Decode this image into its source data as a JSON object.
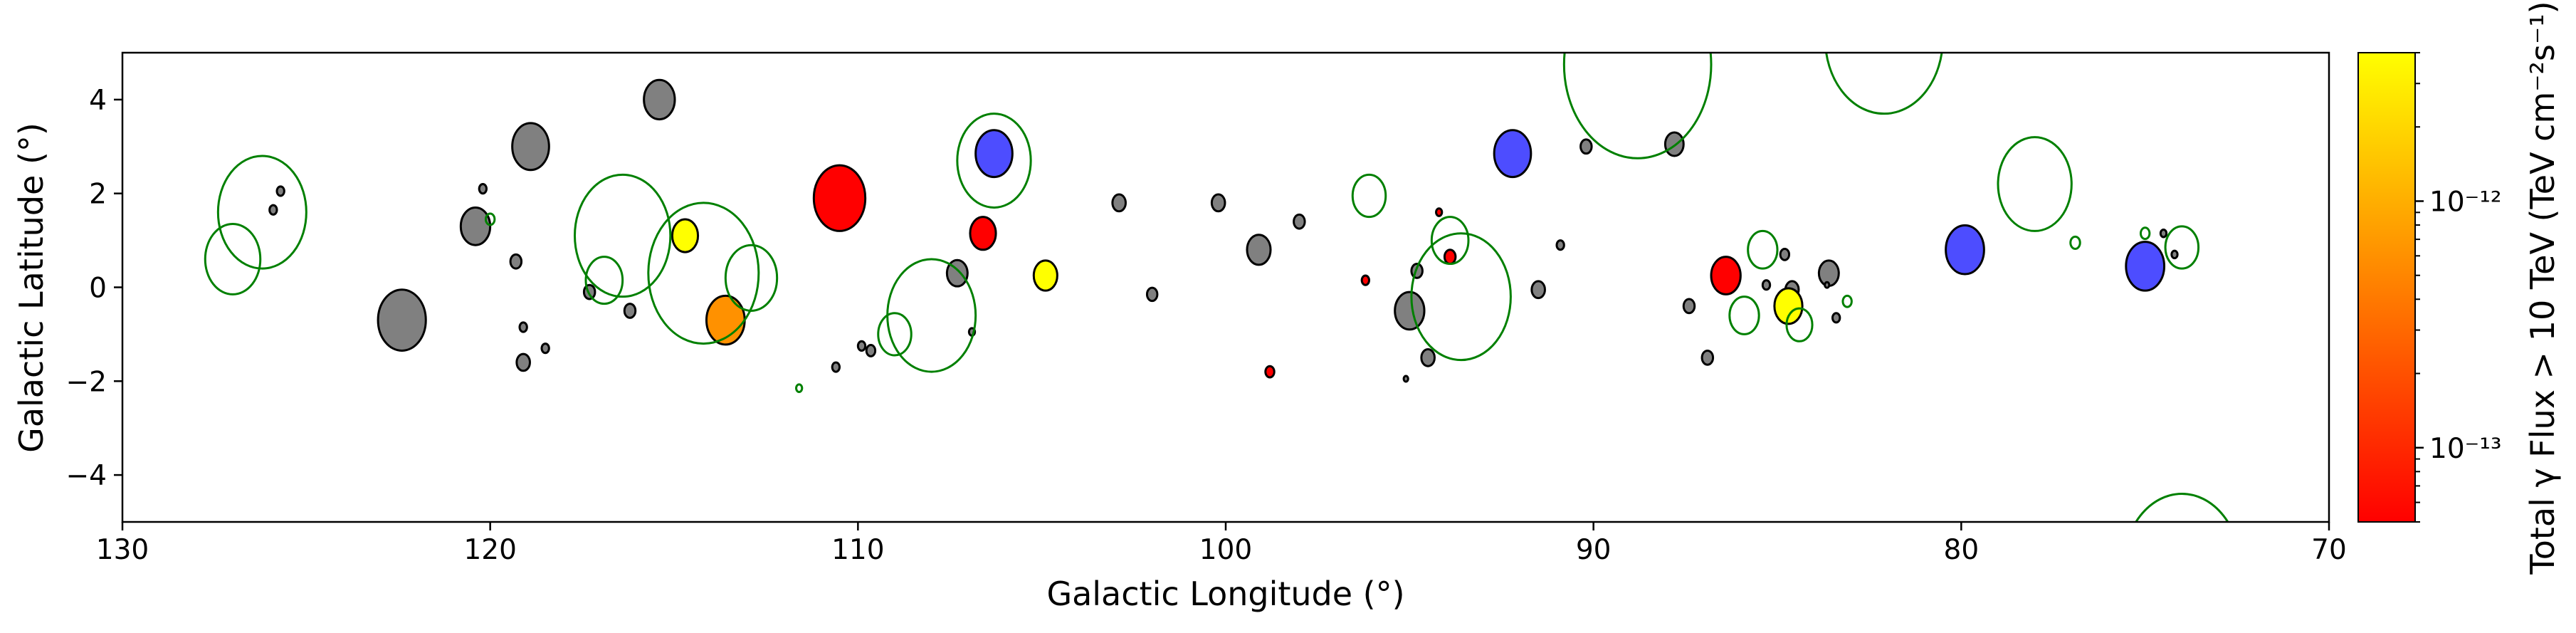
{
  "chart_data": {
    "type": "scatter",
    "title": "",
    "xlabel": "Galactic Longitude (°)",
    "ylabel": "Galactic Latitude (°)",
    "xlim": [
      130,
      70
    ],
    "ylim": [
      -5,
      5
    ],
    "x_ticks": [
      130,
      120,
      110,
      100,
      90,
      80,
      70
    ],
    "y_ticks": [
      -4,
      -2,
      0,
      2,
      4
    ],
    "grid": false,
    "colorbar": {
      "label": "Total γ Flux > 10 TeV (TeV cm⁻²s⁻¹)",
      "scale": "log",
      "range": [
        5e-14,
        4e-12
      ],
      "ticks": [
        {
          "value": 1e-12,
          "label": "10⁻¹²"
        },
        {
          "value": 1e-13,
          "label": "10⁻¹³"
        }
      ],
      "colormap": "autumn",
      "color_low": "#ff0000",
      "color_high": "#ffff00"
    },
    "colors": {
      "grey": "#808080",
      "blue": "#4d4dff",
      "ring": "#008000",
      "edge": "#000000"
    },
    "series": [
      {
        "kind": "filled",
        "points": [
          {
            "l": 122.4,
            "b": -0.7,
            "r": 0.65,
            "c": "grey"
          },
          {
            "l": 118.9,
            "b": 3.0,
            "r": 0.5,
            "c": "grey"
          },
          {
            "l": 115.4,
            "b": 4.0,
            "r": 0.42,
            "c": "grey"
          },
          {
            "l": 120.4,
            "b": 1.3,
            "r": 0.4,
            "c": "grey"
          },
          {
            "l": 120.2,
            "b": 2.1,
            "r": 0.1,
            "c": "grey"
          },
          {
            "l": 119.3,
            "b": 0.55,
            "r": 0.15,
            "c": "grey"
          },
          {
            "l": 119.1,
            "b": -0.85,
            "r": 0.1,
            "c": "grey"
          },
          {
            "l": 119.1,
            "b": -1.6,
            "r": 0.18,
            "c": "grey"
          },
          {
            "l": 118.5,
            "b": -1.3,
            "r": 0.1,
            "c": "grey"
          },
          {
            "l": 117.3,
            "b": -0.1,
            "r": 0.15,
            "c": "grey"
          },
          {
            "l": 116.2,
            "b": -0.5,
            "r": 0.15,
            "c": "grey"
          },
          {
            "l": 125.7,
            "b": 2.05,
            "r": 0.1,
            "c": "grey"
          },
          {
            "l": 125.9,
            "b": 1.65,
            "r": 0.1,
            "c": "grey"
          },
          {
            "l": 107.3,
            "b": 0.3,
            "r": 0.28,
            "c": "grey"
          },
          {
            "l": 110.6,
            "b": -1.7,
            "r": 0.1,
            "c": "grey"
          },
          {
            "l": 109.9,
            "b": -1.25,
            "r": 0.1,
            "c": "grey"
          },
          {
            "l": 109.65,
            "b": -1.35,
            "r": 0.12,
            "c": "grey"
          },
          {
            "l": 106.9,
            "b": -0.95,
            "r": 0.08,
            "c": "grey"
          },
          {
            "l": 102.9,
            "b": 1.8,
            "r": 0.18,
            "c": "grey"
          },
          {
            "l": 102.0,
            "b": -0.15,
            "r": 0.14,
            "c": "grey"
          },
          {
            "l": 100.2,
            "b": 1.8,
            "r": 0.18,
            "c": "grey"
          },
          {
            "l": 99.1,
            "b": 0.8,
            "r": 0.32,
            "c": "grey"
          },
          {
            "l": 98.0,
            "b": 1.4,
            "r": 0.15,
            "c": "grey"
          },
          {
            "l": 95.0,
            "b": -0.5,
            "r": 0.4,
            "c": "grey"
          },
          {
            "l": 94.8,
            "b": 0.35,
            "r": 0.15,
            "c": "grey"
          },
          {
            "l": 94.5,
            "b": -1.5,
            "r": 0.18,
            "c": "grey"
          },
          {
            "l": 95.1,
            "b": -1.95,
            "r": 0.06,
            "c": "grey"
          },
          {
            "l": 91.5,
            "b": -0.05,
            "r": 0.18,
            "c": "grey"
          },
          {
            "l": 90.9,
            "b": 0.9,
            "r": 0.1,
            "c": "grey"
          },
          {
            "l": 90.2,
            "b": 3.0,
            "r": 0.15,
            "c": "grey"
          },
          {
            "l": 87.8,
            "b": 3.05,
            "r": 0.25,
            "c": "grey"
          },
          {
            "l": 87.4,
            "b": -0.4,
            "r": 0.15,
            "c": "grey"
          },
          {
            "l": 86.9,
            "b": -1.5,
            "r": 0.15,
            "c": "grey"
          },
          {
            "l": 85.3,
            "b": 0.05,
            "r": 0.1,
            "c": "grey"
          },
          {
            "l": 84.8,
            "b": 0.7,
            "r": 0.12,
            "c": "grey"
          },
          {
            "l": 84.6,
            "b": -0.05,
            "r": 0.18,
            "c": "grey"
          },
          {
            "l": 83.6,
            "b": 0.3,
            "r": 0.27,
            "c": "grey"
          },
          {
            "l": 83.4,
            "b": -0.65,
            "r": 0.1,
            "c": "grey"
          },
          {
            "l": 83.65,
            "b": 0.05,
            "r": 0.06,
            "c": "grey"
          },
          {
            "l": 74.5,
            "b": 1.15,
            "r": 0.08,
            "c": "grey"
          },
          {
            "l": 74.2,
            "b": 0.7,
            "r": 0.08,
            "c": "grey"
          },
          {
            "l": 113.6,
            "b": -0.65,
            "r": 0.12,
            "c": "grey"
          },
          {
            "l": 106.3,
            "b": 2.85,
            "r": 0.5,
            "c": "blue"
          },
          {
            "l": 92.2,
            "b": 2.85,
            "r": 0.5,
            "c": "blue"
          },
          {
            "l": 79.9,
            "b": 0.8,
            "r": 0.52,
            "c": "blue"
          },
          {
            "l": 75.0,
            "b": 0.45,
            "r": 0.52,
            "c": "blue"
          },
          {
            "l": 110.5,
            "b": 1.9,
            "r": 0.7,
            "flux": 5e-14
          },
          {
            "l": 106.6,
            "b": 1.15,
            "r": 0.35,
            "flux": 5e-14
          },
          {
            "l": 98.8,
            "b": -1.8,
            "r": 0.12,
            "flux": 5e-14
          },
          {
            "l": 96.2,
            "b": 0.15,
            "r": 0.1,
            "flux": 5e-14
          },
          {
            "l": 94.2,
            "b": 1.6,
            "r": 0.08,
            "flux": 5e-14
          },
          {
            "l": 93.9,
            "b": 0.65,
            "r": 0.15,
            "flux": 5e-14
          },
          {
            "l": 86.4,
            "b": 0.25,
            "r": 0.4,
            "flux": 5e-14
          },
          {
            "l": 114.7,
            "b": 1.1,
            "r": 0.35,
            "flux": 4e-12
          },
          {
            "l": 104.9,
            "b": 0.25,
            "r": 0.32,
            "flux": 4e-12
          },
          {
            "l": 84.7,
            "b": -0.4,
            "r": 0.38,
            "flux": 4e-12
          },
          {
            "l": 113.6,
            "b": -0.7,
            "r": 0.52,
            "flux": 6e-13
          }
        ]
      },
      {
        "kind": "ring",
        "points": [
          {
            "l": 126.2,
            "b": 1.6,
            "r": 1.2
          },
          {
            "l": 127.0,
            "b": 0.6,
            "r": 0.75
          },
          {
            "l": 120.0,
            "b": 1.45,
            "r": 0.12
          },
          {
            "l": 116.4,
            "b": 1.1,
            "r": 1.3
          },
          {
            "l": 116.9,
            "b": 0.15,
            "r": 0.5
          },
          {
            "l": 114.2,
            "b": 0.3,
            "r": 1.5
          },
          {
            "l": 112.9,
            "b": 0.2,
            "r": 0.7
          },
          {
            "l": 111.6,
            "b": -2.15,
            "r": 0.08
          },
          {
            "l": 108.0,
            "b": -0.6,
            "r": 1.2
          },
          {
            "l": 109.0,
            "b": -1.0,
            "r": 0.45
          },
          {
            "l": 106.3,
            "b": 2.7,
            "r": 1.0
          },
          {
            "l": 96.1,
            "b": 1.95,
            "r": 0.45
          },
          {
            "l": 93.9,
            "b": 1.0,
            "r": 0.5
          },
          {
            "l": 93.6,
            "b": -0.2,
            "r": 1.35
          },
          {
            "l": 88.8,
            "b": 4.75,
            "r": 2.0
          },
          {
            "l": 82.1,
            "b": 5.3,
            "r": 1.6
          },
          {
            "l": 85.4,
            "b": 0.8,
            "r": 0.4
          },
          {
            "l": 85.9,
            "b": -0.6,
            "r": 0.4
          },
          {
            "l": 84.4,
            "b": -0.8,
            "r": 0.35
          },
          {
            "l": 83.1,
            "b": -0.3,
            "r": 0.12
          },
          {
            "l": 78.0,
            "b": 2.2,
            "r": 1.0
          },
          {
            "l": 76.9,
            "b": 0.95,
            "r": 0.13
          },
          {
            "l": 75.0,
            "b": 1.15,
            "r": 0.12
          },
          {
            "l": 74.0,
            "b": 0.85,
            "r": 0.45
          },
          {
            "l": 74.0,
            "b": -6.0,
            "r": 1.6
          }
        ]
      }
    ]
  }
}
